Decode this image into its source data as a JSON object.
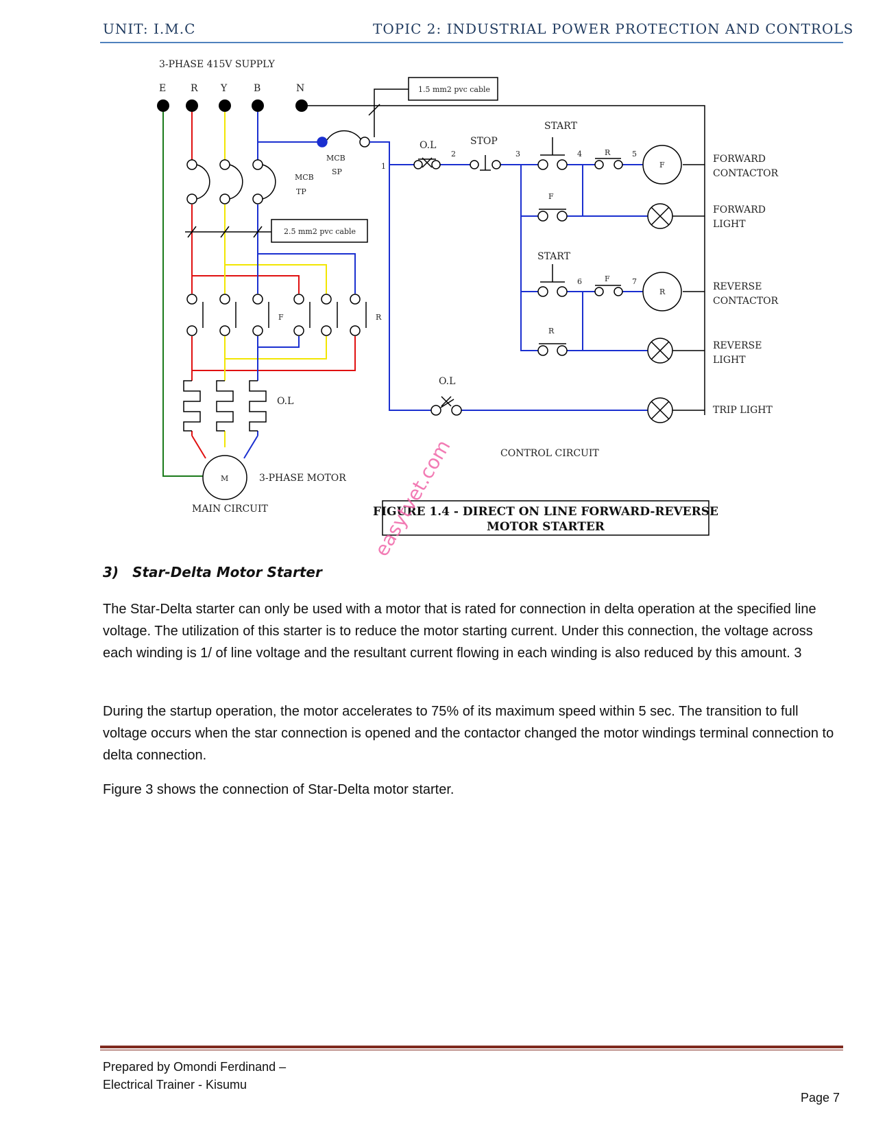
{
  "header": {
    "unit": "UNIT: I.M.C",
    "topic": "TOPIC 2: INDUSTRIAL POWER PROTECTION AND CONTROLS"
  },
  "diagram": {
    "supply_label": "3-PHASE 415V SUPPLY",
    "terminals": [
      "E",
      "R",
      "Y",
      "B",
      "N"
    ],
    "cable_top": "1.5 mm2 pvc cable",
    "cable_mid": "2.5 mm2 pvc cable",
    "mcb_sp": [
      "MCB",
      "SP"
    ],
    "mcb_tp": [
      "MCB",
      "TP"
    ],
    "node_numbers": [
      "1",
      "2",
      "3",
      "4",
      "5",
      "6",
      "7"
    ],
    "ol": "O.L",
    "stop": "STOP",
    "start": "START",
    "f": "F",
    "r": "R",
    "m": "M",
    "outputs": {
      "forward_contactor": [
        "FORWARD",
        "CONTACTOR"
      ],
      "forward_light": [
        "FORWARD",
        "LIGHT"
      ],
      "reverse_contactor": [
        "REVERSE",
        "CONTACTOR"
      ],
      "reverse_light": [
        "REVERSE",
        "LIGHT"
      ],
      "trip_light": "TRIP LIGHT"
    },
    "motor_label": "3-PHASE MOTOR",
    "main_circuit": "MAIN CIRCUIT",
    "control_circuit": "CONTROL CIRCUIT",
    "caption": [
      "FIGURE 1.4 - DIRECT ON LINE FORWARD-REVERSE",
      "MOTOR STARTER"
    ],
    "colors": {
      "earth": "#1a7a1a",
      "r_phase": "#e01010",
      "y_phase": "#f2e600",
      "b_phase": "#1a2fd0",
      "wire": "#000000"
    }
  },
  "section": {
    "number": "3)",
    "title": "Star-Delta Motor Starter"
  },
  "paragraphs": [
    "The Star-Delta starter can only be used with a motor that is rated for connection in delta operation at the specified line voltage. The utilization of this starter is to reduce the motor starting current. Under this connection, the voltage across each winding is 1/ of line voltage and the resultant current flowing in each winding is also reduced by this amount. 3",
    "During the startup operation, the motor accelerates to 75% of its maximum speed within 5 sec. The transition to full voltage occurs when the star connection is opened and the contactor changed the motor windings terminal connection to delta connection.",
    "Figure 3 shows the connection of Star-Delta motor starter."
  ],
  "watermark": "easytvet.com",
  "footer": {
    "line1": "Prepared by Omondi Ferdinand –",
    "line2": "Electrical Trainer - Kisumu",
    "page": "Page 7"
  }
}
